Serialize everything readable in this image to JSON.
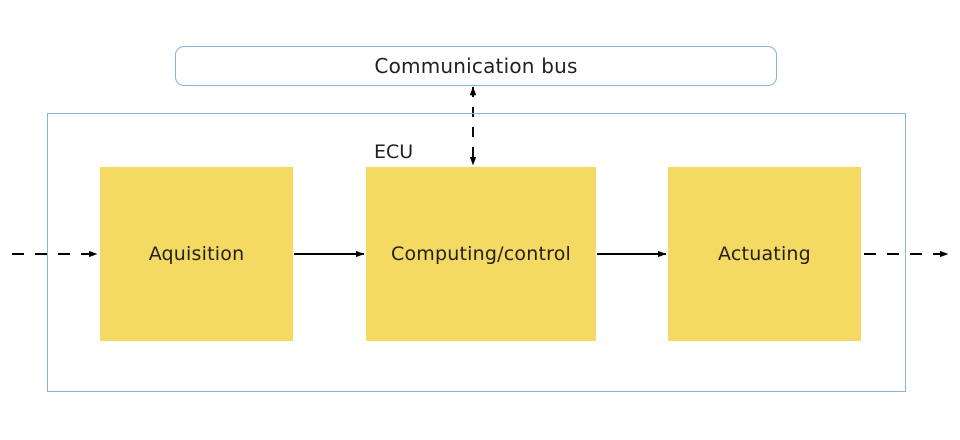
{
  "diagram": {
    "title_text": "",
    "background_color": "#ffffff",
    "accent_blue": "#85b4dd",
    "block_fill": "#f4da63",
    "line_color": "#000000",
    "text_color": "#231f20",
    "bus": {
      "label": "Communication bus",
      "shape": "rounded-rectangle",
      "border_color": "#85b4dd"
    },
    "container": {
      "label": "ECU",
      "shape": "rectangle",
      "border_color": "#85b4dd"
    },
    "blocks": [
      {
        "id": "acquisition",
        "label": "Aquisition",
        "fill": "#f4da63"
      },
      {
        "id": "computing",
        "label": "Computing/control",
        "fill": "#f4da63"
      },
      {
        "id": "actuating",
        "label": "Actuating",
        "fill": "#f4da63"
      }
    ],
    "connectors": [
      {
        "id": "input-flow",
        "from": "external-input",
        "to": "acquisition",
        "style": "dashed",
        "arrow": "single"
      },
      {
        "id": "acquisition-to-computing",
        "from": "acquisition",
        "to": "computing",
        "style": "solid",
        "arrow": "single"
      },
      {
        "id": "computing-to-actuating",
        "from": "computing",
        "to": "actuating",
        "style": "solid",
        "arrow": "single"
      },
      {
        "id": "output-flow",
        "from": "actuating",
        "to": "external-output",
        "style": "dashed",
        "arrow": "single"
      },
      {
        "id": "bus-link",
        "from": "communication-bus",
        "to": "computing",
        "style": "dashed",
        "arrow": "double"
      }
    ]
  }
}
